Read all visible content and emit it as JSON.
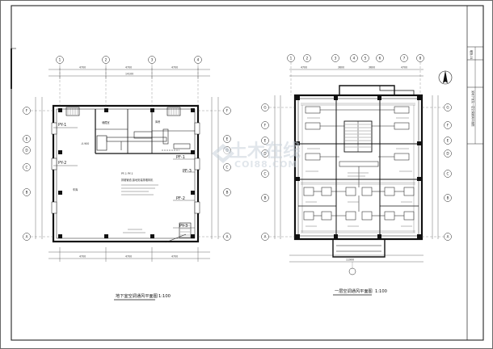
{
  "left_plan": {
    "title": "地下室空调通风平面图",
    "scale": "1:100",
    "duct_tags": [
      "PY-1",
      "PY-2",
      "PY-3",
      "PF-1",
      "PF-2",
      "PF-3"
    ],
    "level_mark": "-0.900",
    "room_labels": [
      "储藏室",
      "库房",
      "车库"
    ],
    "notes": [
      "排烟管道,接地安装排烟风机",
      "PF-1 PY-1"
    ],
    "axis_top": [
      "1",
      "2",
      "3",
      "4"
    ],
    "axis_left": [
      "A",
      "B",
      "C",
      "D",
      "E",
      "F"
    ],
    "axis_right": [
      "A",
      "B",
      "C",
      "D",
      "E",
      "F"
    ]
  },
  "right_plan": {
    "title": "一层空调通风平面图",
    "scale": "1:100",
    "axis_top": [
      "1",
      "2",
      "3",
      "4",
      "5",
      "6",
      "7",
      "8"
    ],
    "axis_left": [
      "A",
      "B",
      "C",
      "D",
      "E",
      "F",
      "G"
    ],
    "axis_right": [
      "A",
      "B",
      "C",
      "D",
      "E",
      "F",
      "G"
    ]
  },
  "title_block": {
    "project_name": "某地下室及一层空调通风平面图",
    "drawing_no": "暖施-01"
  },
  "watermark": {
    "brand": "土木在线",
    "url": "COI88.COM"
  }
}
